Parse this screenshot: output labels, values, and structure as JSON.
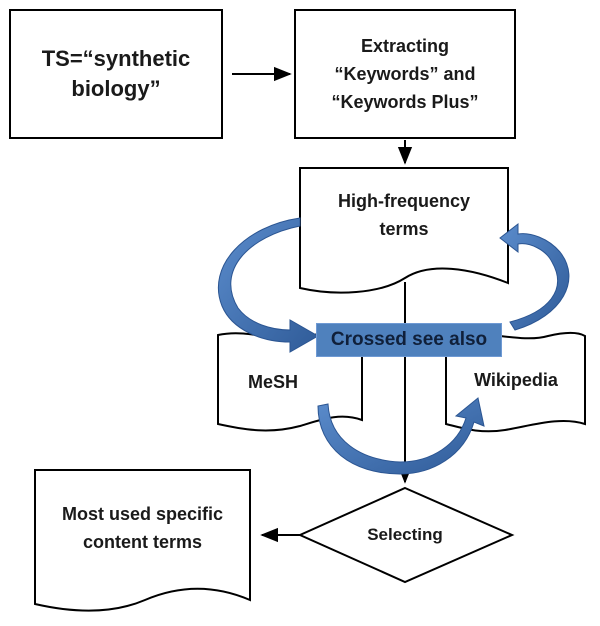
{
  "nodes": {
    "query": "TS=“synthetic\nbiology”",
    "extract": "Extracting\n“Keywords” and\n“Keywords Plus”",
    "highfreq": "High-frequency\nterms",
    "crossed": "Crossed see also",
    "mesh": "MeSH",
    "wikipedia": "Wikipedia",
    "selecting": "Selecting",
    "output": "Most used specific\ncontent terms"
  },
  "colors": {
    "stroke": "#000000",
    "arrow_fill": "#4a7ab8",
    "arrow_dark": "#2b5592",
    "banner_fill": "#4f81bd"
  }
}
